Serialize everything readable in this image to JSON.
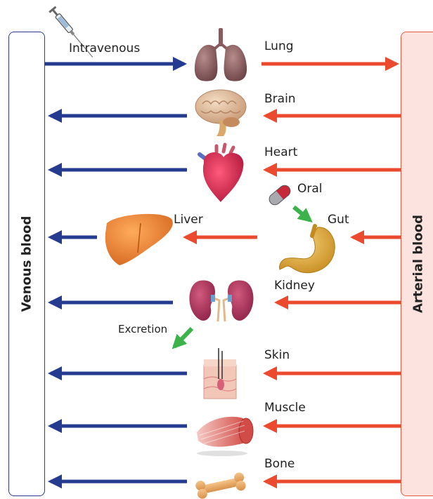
{
  "venous_label": "Venous blood",
  "arterial_label": "Arterial blood",
  "routes": {
    "intravenous": "Intravenous",
    "oral": "Oral",
    "excretion": "Excretion"
  },
  "organs": {
    "lung": "Lung",
    "brain": "Brain",
    "heart": "Heart",
    "liver": "Liver",
    "gut": "Gut",
    "kidney": "Kidney",
    "skin": "Skin",
    "muscle": "Muscle",
    "bone": "Bone"
  },
  "colors": {
    "venous": "#243b8f",
    "arterial": "#ec4a2e",
    "route": "#3cb34a",
    "arterial_fill": "#fde3df"
  }
}
